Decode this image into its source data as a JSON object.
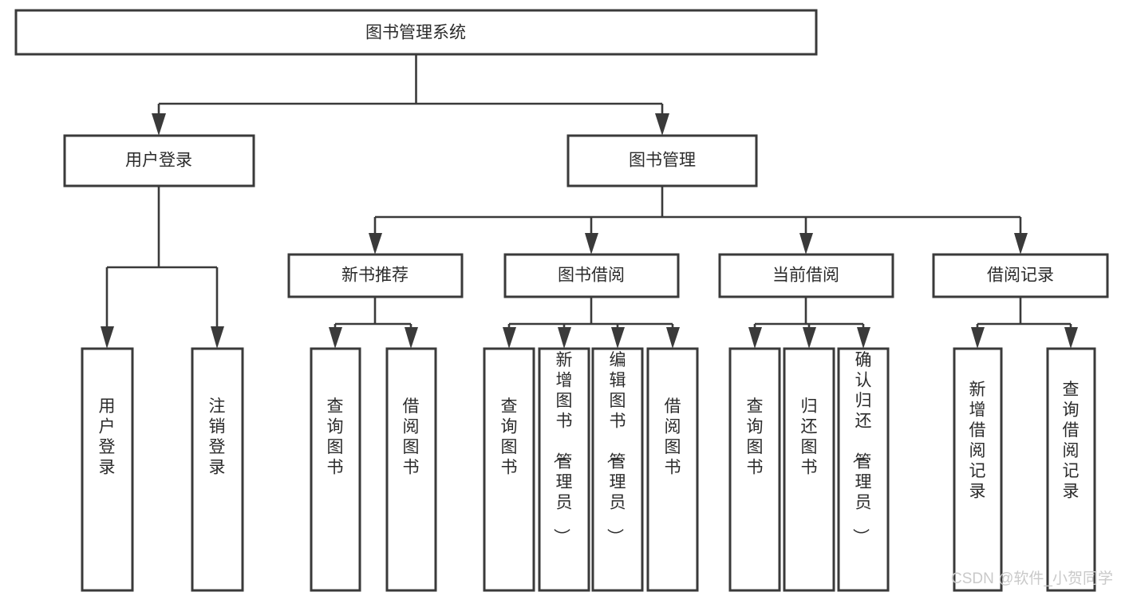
{
  "diagram": {
    "type": "tree",
    "title": "图书管理系统",
    "orientation": "top-down",
    "colors": {
      "box_fill": "#ffffff",
      "box_stroke": "#3a3a3a",
      "connector": "#3a3a3a",
      "label": "#2b2b2b",
      "watermark": "#c9c9c9",
      "background": "#ffffff"
    },
    "root": {
      "label": "图书管理系统"
    },
    "level1": [
      {
        "label": "用户登录"
      },
      {
        "label": "图书管理"
      }
    ],
    "level2": [
      {
        "label": "新书推荐"
      },
      {
        "label": "图书借阅"
      },
      {
        "label": "当前借阅"
      },
      {
        "label": "借阅记录"
      }
    ],
    "leaves": {
      "user_login": [
        {
          "label": "用户登录"
        },
        {
          "label": "注销登录"
        }
      ],
      "new_book_recommend": [
        {
          "label": "查询图书"
        },
        {
          "label": "借阅图书"
        }
      ],
      "book_borrow": [
        {
          "label": "查询图书"
        },
        {
          "label": "新增图书（管理员）"
        },
        {
          "label": "编辑图书（管理员）"
        },
        {
          "label": "借阅图书"
        }
      ],
      "current_borrow": [
        {
          "label": "查询图书"
        },
        {
          "label": "归还图书"
        },
        {
          "label": "确认归还（管理员）"
        }
      ],
      "borrow_record": [
        {
          "label": "新增借阅记录"
        },
        {
          "label": "查询借阅记录"
        }
      ]
    }
  },
  "watermark": {
    "text": "CSDN @软件_小贺同学"
  }
}
